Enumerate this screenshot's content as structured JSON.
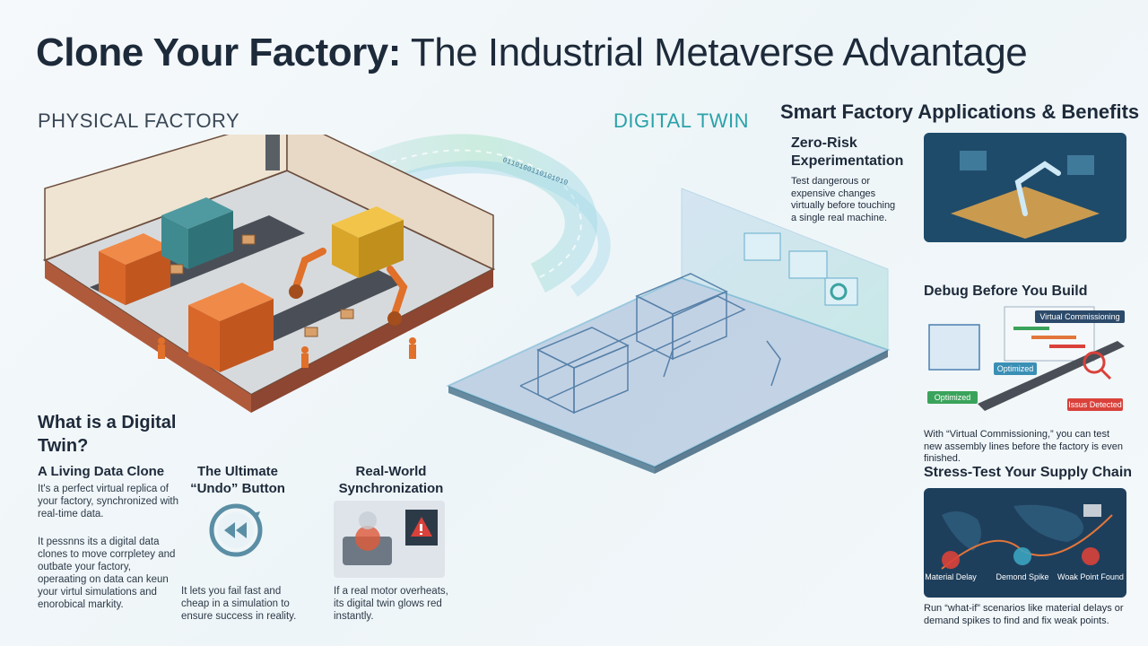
{
  "title": {
    "bold": "Clone Your Factory:",
    "rest": " The Industrial Metaverse Advantage"
  },
  "labels": {
    "physical": "PHYSICAL FACTORY",
    "twin": "DIGITAL TWIN",
    "apps": "Smart Factory Applications & Benefits"
  },
  "what": {
    "title": "What is a Digital Twin?",
    "living": {
      "heading": "A Living Data Clone",
      "body1": "It's a perfect virtual replica of your factory, synchronized with real-time data.",
      "body2": "It pessnns its a digital data clones to move corrpletey and outbate your factory, operaating on data can keun your virtul simulations and enorobical markity."
    },
    "undo": {
      "heading": "The Ultimate “Undo” Button",
      "body": "It lets you fail fast and cheap in a simulation to ensure success in reality."
    },
    "sync": {
      "heading": "Real-World Synchronization",
      "body": "If a real motor overheats, its digital twin glows red instantly."
    }
  },
  "apps": {
    "zero_risk": {
      "heading": "Zero-Risk Experimentation",
      "body": "Test dangerous or expensive changes virtually before touching a single real machine."
    },
    "debug": {
      "heading": "Debug Before You Build",
      "body": "With “Virtual Commissioning,” you can test new assembly lines before the factory is even finished.",
      "chips": {
        "virtual_commissioning": "Virtual Commissioning",
        "optimized_1": "Optimized",
        "optimized_2": "Optimized",
        "issues": "Issus Detected"
      }
    },
    "stress": {
      "heading": "Stress-Test Your Supply Chain",
      "body": "Run “what-if” scenarios like material delays or demand spikes to find and fix weak points.",
      "tags": {
        "material": "Material Delay",
        "demand": "Demond Spike",
        "weak": "Woak Point Found"
      }
    }
  },
  "stream": {
    "bits": "0110100110101010"
  },
  "colors": {
    "accent": "#2aa2a9",
    "orange": "#e2763a",
    "teal": "#3f8a8f",
    "dark": "#1d2a3a",
    "red": "#d9413a",
    "green": "#3aa35b"
  },
  "icons": [
    "rewind-icon",
    "warning-icon",
    "robot-arm-icon",
    "magnifier-icon",
    "truck-icon",
    "location-pin-icon",
    "chain-link-icon",
    "factory-icon"
  ]
}
